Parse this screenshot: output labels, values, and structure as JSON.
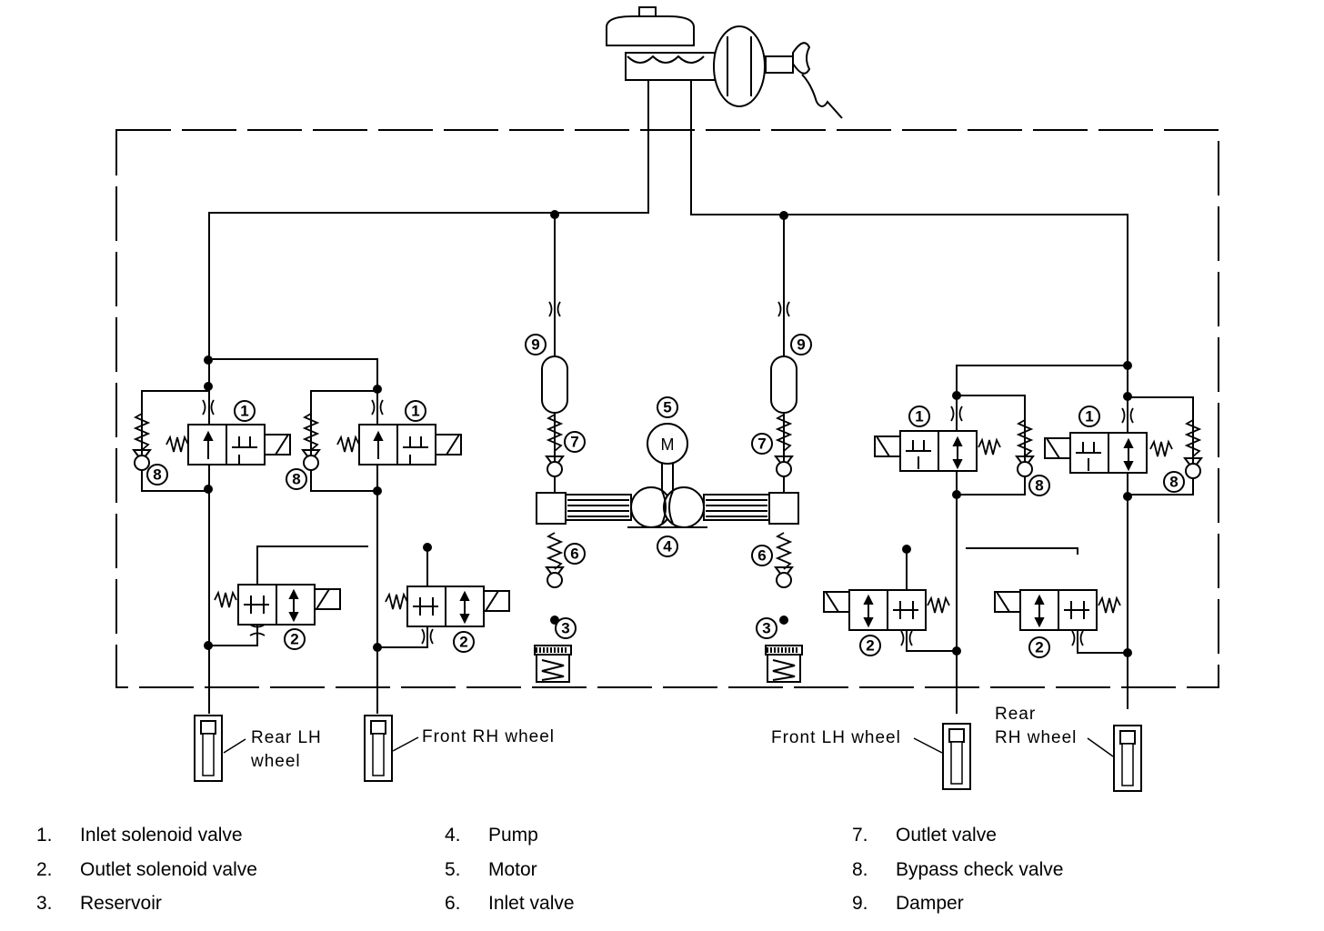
{
  "wheels": {
    "rear_lh": [
      "Rear LH",
      "wheel"
    ],
    "front_rh": "Front RH wheel",
    "front_lh": "Front LH wheel",
    "rear_rh": [
      "Rear",
      "RH wheel"
    ]
  },
  "callouts": {
    "inlet_solenoid": "1",
    "outlet_solenoid": "2",
    "reservoir": "3",
    "pump": "4",
    "motor": "5",
    "inlet_valve": "6",
    "outlet_valve": "7",
    "bypass_check": "8",
    "damper": "9",
    "motor_symbol": "M"
  },
  "legend": [
    {
      "num": "1.",
      "label": "Inlet solenoid valve"
    },
    {
      "num": "2.",
      "label": "Outlet solenoid valve"
    },
    {
      "num": "3.",
      "label": "Reservoir"
    },
    {
      "num": "4.",
      "label": "Pump"
    },
    {
      "num": "5.",
      "label": "Motor"
    },
    {
      "num": "6.",
      "label": "Inlet valve"
    },
    {
      "num": "7.",
      "label": "Outlet valve"
    },
    {
      "num": "8.",
      "label": "Bypass check valve"
    },
    {
      "num": "9.",
      "label": "Damper"
    }
  ]
}
